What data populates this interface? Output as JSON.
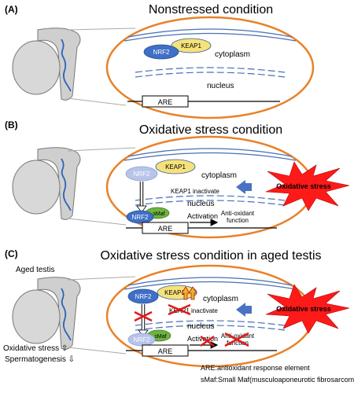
{
  "panels": [
    {
      "label": "(A)",
      "title": "Nonstressed condition",
      "nrf2": "NRF2",
      "keap1": "KEAP1",
      "cytoplasm": "cytoplasm",
      "nucleus": "nucleus",
      "are": "ARE"
    },
    {
      "label": "(B)",
      "title": "Oxidative stress condition",
      "nrf2": "NRF2",
      "keap1": "KEAP1",
      "cytoplasm": "cytoplasm",
      "keap1_inactivate": "KEAP1 inactivate",
      "nucleus": "nucleus",
      "nrf2_nucleus": "NRF2",
      "smaf": "sMaf",
      "are": "ARE",
      "activation": "Activation",
      "antioxidant_line1": "Anti-oxidant",
      "antioxidant_line2": "function",
      "stress": "Oxidative stress"
    },
    {
      "label": "(C)",
      "title": "Oxidative stress condition in aged testis",
      "subtitle": "Aged testis",
      "nrf2": "NRF2",
      "keap1": "KEAP1",
      "cytoplasm": "cytoplasm",
      "keap1_inactivate": "KEAP1 inactivate",
      "nucleus": "nucleus",
      "nrf2_nucleus": "NRF2",
      "smaf": "sMaf",
      "are": "ARE",
      "activation": "Activation",
      "antioxidant_line1": "Anti-oxidant",
      "antioxidant_line2": "function",
      "stress": "Oxidative stress",
      "status1": "Oxidative stress ⇧",
      "status2": "Spermatogenesis ⇩"
    }
  ],
  "legend": {
    "line1": "ARE:antioxidant response element",
    "line2": "sMaf:Small Maf(musculoaponeurotic fibrosarcoma)"
  },
  "colors": {
    "cell_outline": "#e8822a",
    "membrane": "#4a6fb5",
    "nrf2": "#3f6fc6",
    "nrf2_faded": "#b7c4ea",
    "keap1": "#f6e27a",
    "smaf": "#6db33f",
    "stress_burst": "#ff1a1a",
    "arrow_blue": "#4a72c4",
    "cross_red": "#e01818",
    "up_arrow": "#e6b52a"
  }
}
